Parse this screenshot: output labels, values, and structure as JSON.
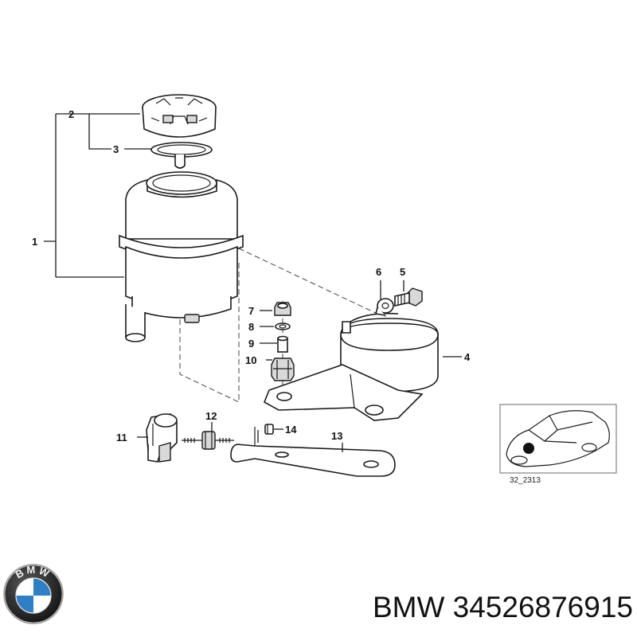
{
  "diagram": {
    "callouts": [
      {
        "id": "c1",
        "label": "1"
      },
      {
        "id": "c2",
        "label": "2"
      },
      {
        "id": "c3",
        "label": "3"
      },
      {
        "id": "c4",
        "label": "4"
      },
      {
        "id": "c5",
        "label": "5"
      },
      {
        "id": "c6",
        "label": "6"
      },
      {
        "id": "c7",
        "label": "7"
      },
      {
        "id": "c8",
        "label": "8"
      },
      {
        "id": "c9",
        "label": "9"
      },
      {
        "id": "c10",
        "label": "10"
      },
      {
        "id": "c11",
        "label": "11"
      },
      {
        "id": "c12",
        "label": "12"
      },
      {
        "id": "c13",
        "label": "13"
      },
      {
        "id": "c14",
        "label": "14"
      }
    ],
    "reference_code": "32_2313"
  },
  "brand": {
    "part_label": "BMW 34526876915",
    "logo_name": "bmw-logo",
    "logo_lettering": "BMW",
    "logo_colors": {
      "ring": "#1a1a1a",
      "blue": "#2f7fc4",
      "white": "#ffffff"
    }
  }
}
